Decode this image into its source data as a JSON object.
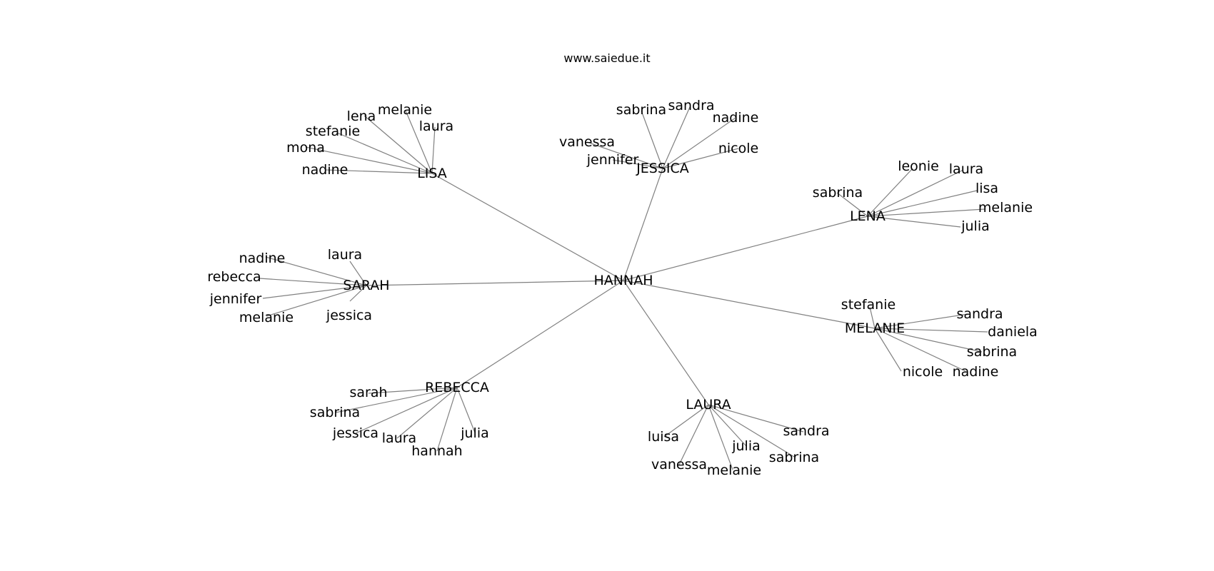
{
  "site": "www.saiedue.it",
  "center": "HANNAH",
  "edge_color": "#808080",
  "hubs": [
    {
      "name": "LISA",
      "leaves": [
        "melanie",
        "lena",
        "laura",
        "stefanie",
        "mona",
        "nadine"
      ]
    },
    {
      "name": "JESSICA",
      "leaves": [
        "sabrina",
        "sandra",
        "nadine",
        "vanessa",
        "jennifer",
        "nicole"
      ]
    },
    {
      "name": "LENA",
      "leaves": [
        "leonie",
        "laura",
        "sabrina",
        "lisa",
        "melanie",
        "julia"
      ]
    },
    {
      "name": "SARAH",
      "leaves": [
        "nadine",
        "laura",
        "rebecca",
        "jennifer",
        "melanie",
        "jessica"
      ]
    },
    {
      "name": "MELANIE",
      "leaves": [
        "stefanie",
        "sandra",
        "daniela",
        "sabrina",
        "nicole",
        "nadine"
      ]
    },
    {
      "name": "REBECCA",
      "leaves": [
        "sarah",
        "sabrina",
        "jessica",
        "laura",
        "julia",
        "hannah"
      ]
    },
    {
      "name": "LAURA",
      "leaves": [
        "sandra",
        "luisa",
        "julia",
        "sabrina",
        "vanessa",
        "melanie"
      ]
    }
  ]
}
